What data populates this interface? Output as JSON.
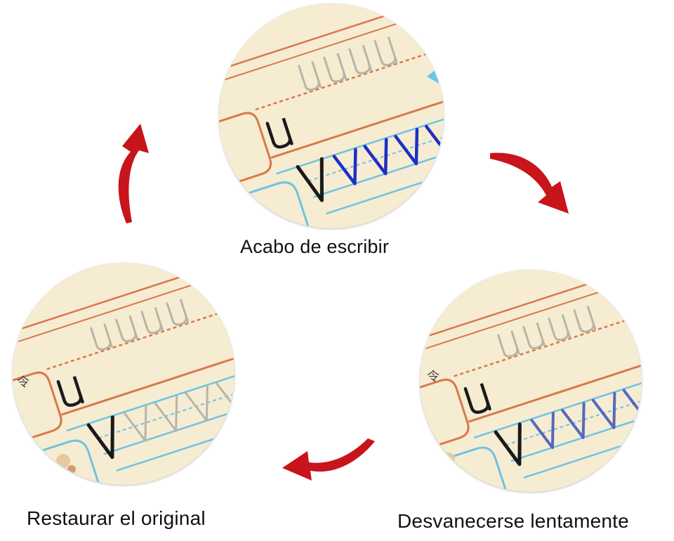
{
  "steps": {
    "top": {
      "caption": "Acabo de escribir",
      "letters": {
        "row1": "u",
        "row2": "V"
      }
    },
    "right": {
      "caption": "Desvanecerse lentamente",
      "letters": {
        "row1": "u",
        "row2": "V"
      }
    },
    "left": {
      "caption": "Restaurar el original",
      "letters": {
        "row1": "u",
        "row2": "V"
      }
    }
  },
  "colors": {
    "paper": "#f6ecd2",
    "orange_rule": "#d8794a",
    "blue_rule": "#6ec3e4",
    "ink_black": "#1a1a1a",
    "ink_blue_fresh": "#1d2fc4",
    "ink_blue_fading": "#3d52b8",
    "trace_gray": "#b8b4a8",
    "arrow_red": "#c8141b"
  },
  "icons": {
    "cycle_arrow": "curved-arrow-icon"
  }
}
